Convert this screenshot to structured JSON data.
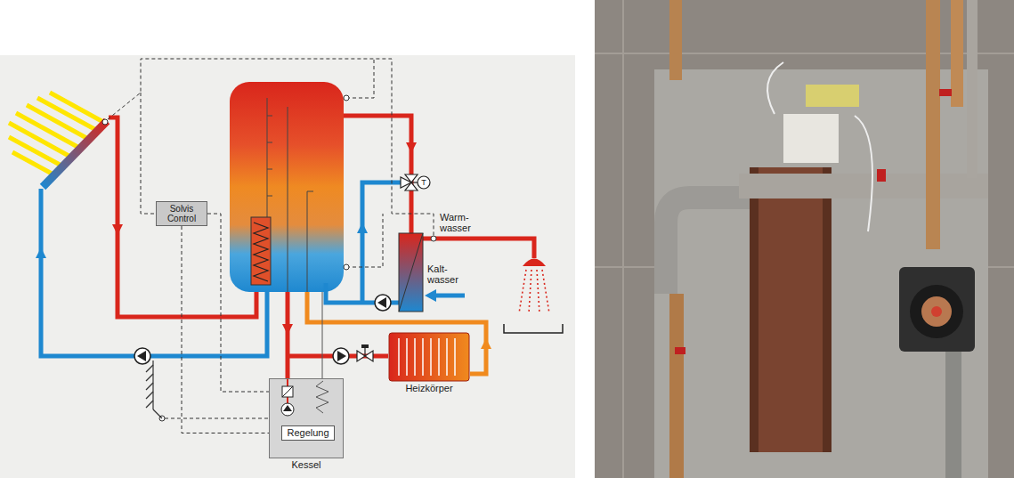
{
  "diagram": {
    "nodes": [
      {
        "text": [
          "Solvis Control"
        ]
      },
      {
        "text": [
          "Heizkörper"
        ]
      },
      {
        "text": [
          "Kessel"
        ]
      },
      {
        "text": [
          "Regelung"
        ],
        "in": 2
      }
    ],
    "edges": [
      {
        "from": 0,
        "to": 3,
        "arrow": "none"
      }
    ],
    "labels": [
      "T",
      "Warm- wasser",
      "Kalt- wasser"
    ]
  }
}
